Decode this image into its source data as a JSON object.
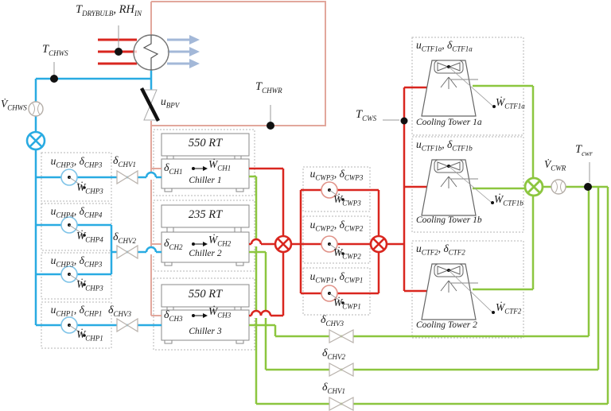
{
  "air": {
    "inlet_label": "T_{DRYBULB}, RH_{IN}"
  },
  "chilled_loop": {
    "supply_temp": "T_{CHWS}",
    "supply_flow": "V̇_{CHWS}",
    "bypass_valve": "u_{BPV}",
    "return_temp": "T_{CHWR}"
  },
  "chp_pumps": [
    {
      "label": "u_{CHP3}, δ_{CHP3}",
      "power": "Ẇ_{CHP3}"
    },
    {
      "label": "u_{CHP4}, δ_{CHP4}",
      "power": "Ẇ_{CHP4}"
    },
    {
      "label": "u_{CHP3}, δ_{CHP3}",
      "power": "Ẇ_{CHP3}"
    },
    {
      "label": "u_{CHP1}, δ_{CHP1}",
      "power": "Ẇ_{CHP1}"
    }
  ],
  "chv_valves": [
    "δ_{CHV1}",
    "δ_{CHV2}",
    "δ_{CHV3}"
  ],
  "chillers": [
    {
      "capacity": "550 RT",
      "delta": "δ_{CH1}",
      "power": "Ẇ_{CH1}",
      "name": "Chiller 1"
    },
    {
      "capacity": "235 RT",
      "delta": "δ_{CH2}",
      "power": "Ẇ_{CH2}",
      "name": "Chiller 2"
    },
    {
      "capacity": "550 RT",
      "delta": "δ_{CH3}",
      "power": "Ẇ_{CH3}",
      "name": "Chiller 3"
    }
  ],
  "cwp_pumps": [
    {
      "label": "u_{CWP3}, δ_{CWP3}",
      "power": "Ẇ_{CWP3}"
    },
    {
      "label": "u_{CWP2}, δ_{CWP2}",
      "power": "Ẇ_{CWP2}"
    },
    {
      "label": "u_{CWP1}, δ_{CWP1}",
      "power": "Ẇ_{CWP1}"
    }
  ],
  "condenser_loop": {
    "supply_temp": "T_{CWS}",
    "return_flow": "V̇_{CWR}",
    "return_temp": "T_{cwr}"
  },
  "towers": [
    {
      "label": "u_{CTF1a}, δ_{CTF1a}",
      "power": "Ẇ_{CTF1a}",
      "name": "Cooling Tower 1a"
    },
    {
      "label": "u_{CTF1b}, δ_{CTF1b}",
      "power": "Ẇ_{CTF1b}",
      "name": "Cooling Tower 1b"
    },
    {
      "label": "u_{CTF2}, δ_{CTF2}",
      "power": "Ẇ_{CTF2}",
      "name": "Cooling Tower 2"
    }
  ],
  "cwv_valves": [
    "δ_{CHV3}",
    "δ_{CHV2}",
    "δ_{CHV1}"
  ],
  "colors": {
    "chilled_blue": "#29abe2",
    "condenser_red": "#d9261f",
    "tower_green": "#8cc63f",
    "load_salmon": "#e2a79c"
  }
}
